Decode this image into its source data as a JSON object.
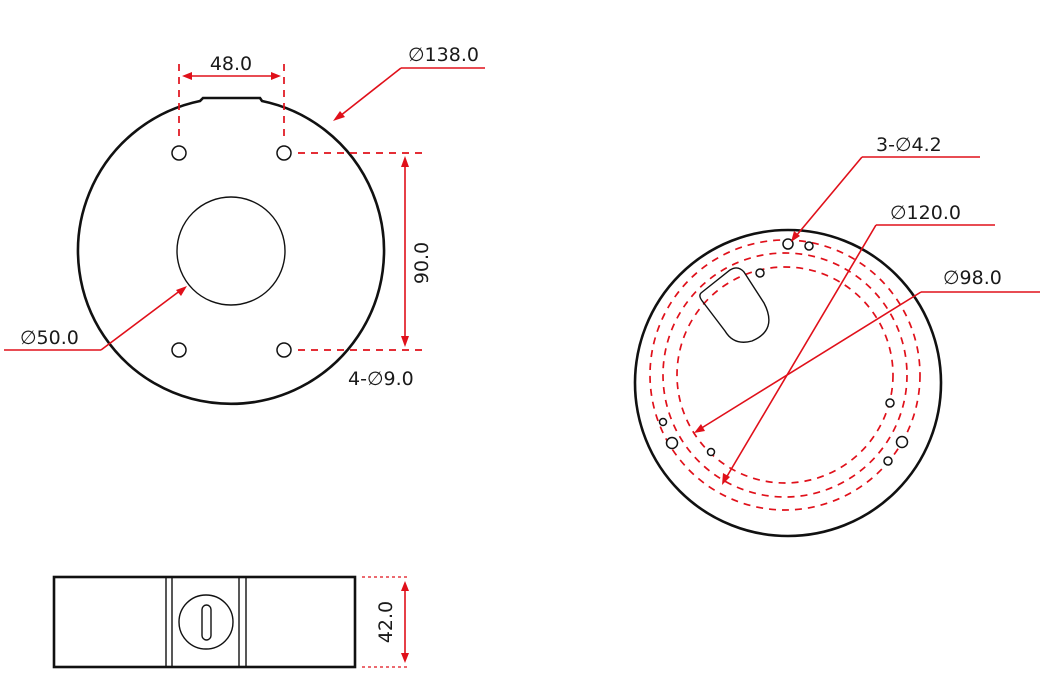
{
  "colors": {
    "outline": "#111111",
    "dimension": "#e0101a",
    "background": "#ffffff"
  },
  "top_view": {
    "notch_width": "48.0",
    "outer_diameter": "∅138.0",
    "center_hole_diameter": "∅50.0",
    "hole_spacing_vertical": "90.0",
    "mounting_holes": "4-∅9.0"
  },
  "bottom_view": {
    "small_holes": "3-∅4.2",
    "pitch_circle_outer": "∅120.0",
    "pitch_circle_inner": "∅98.0"
  },
  "side_view": {
    "height": "42.0"
  }
}
